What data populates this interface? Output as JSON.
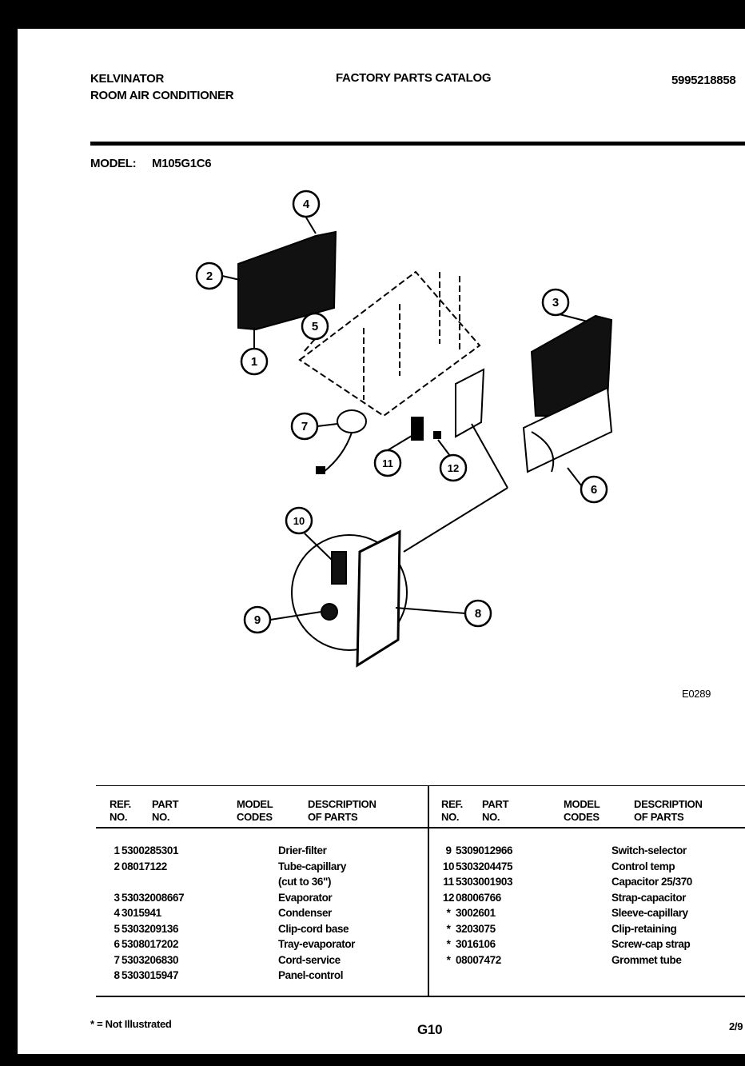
{
  "header": {
    "brand": "KELVINATOR",
    "product": "ROOM AIR CONDITIONER",
    "catalog_title": "FACTORY PARTS CATALOG",
    "catalog_number": "5995218858",
    "model_label": "MODEL:",
    "model_value": "M105G1C6"
  },
  "diagram": {
    "figure_code": "E0289",
    "callouts": [
      "1",
      "2",
      "3",
      "4",
      "5",
      "6",
      "7",
      "8",
      "9",
      "10",
      "11",
      "12"
    ]
  },
  "table": {
    "headers": {
      "ref": "REF.",
      "ref2": "NO.",
      "part": "PART",
      "part2": "NO.",
      "model": "MODEL",
      "model2": "CODES",
      "desc": "DESCRIPTION",
      "desc2": "OF PARTS"
    },
    "left_rows": [
      {
        "ref": "1",
        "part": "5300285301",
        "desc": "Drier-filter"
      },
      {
        "ref": "2",
        "part": "08017122",
        "desc": "Tube-capillary"
      },
      {
        "ref": "",
        "part": "",
        "desc": "(cut to 36\")"
      },
      {
        "ref": "3",
        "part": "53032008667",
        "desc": "Evaporator"
      },
      {
        "ref": "4",
        "part": "3015941",
        "desc": "Condenser"
      },
      {
        "ref": "5",
        "part": "5303209136",
        "desc": "Clip-cord base"
      },
      {
        "ref": "6",
        "part": "5308017202",
        "desc": "Tray-evaporator"
      },
      {
        "ref": "7",
        "part": "5303206830",
        "desc": "Cord-service"
      },
      {
        "ref": "8",
        "part": "5303015947",
        "desc": "Panel-control"
      }
    ],
    "right_rows": [
      {
        "ref": "9",
        "part": "5309012966",
        "desc": "Switch-selector"
      },
      {
        "ref": "10",
        "part": "5303204475",
        "desc": "Control temp"
      },
      {
        "ref": "11",
        "part": "5303001903",
        "desc": "Capacitor 25/370"
      },
      {
        "ref": "12",
        "part": "08006766",
        "desc": "Strap-capacitor"
      },
      {
        "ref": "*",
        "part": "3002601",
        "desc": "Sleeve-capillary"
      },
      {
        "ref": "*",
        "part": "3203075",
        "desc": "Clip-retaining"
      },
      {
        "ref": "*",
        "part": "3016106",
        "desc": "Screw-cap strap"
      },
      {
        "ref": "*",
        "part": "08007472",
        "desc": "Grommet tube"
      }
    ]
  },
  "footer": {
    "note": "* = Not Illustrated",
    "page_number": "G10",
    "date": "2/9"
  }
}
